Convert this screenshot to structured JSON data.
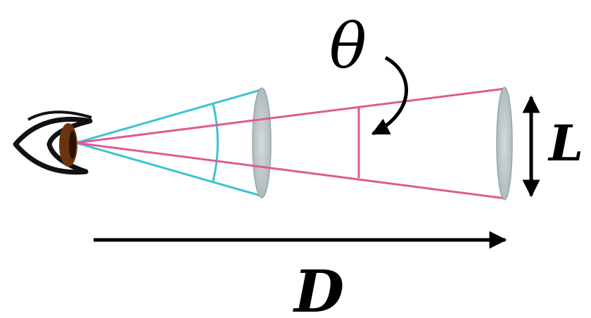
{
  "labels": {
    "angle": "θ",
    "size": "L",
    "distance": "D"
  },
  "colors": {
    "near_cone": "#3cc4cf",
    "far_cone": "#e05a95",
    "disc_fill": "#b9c4c6",
    "disc_edge": "#9aa6a8",
    "eye_outline": "#111111",
    "eye_iris": "#6b3410",
    "arrow": "#000000",
    "background": "#ffffff"
  },
  "icons": {
    "viewer": "eye-icon"
  }
}
